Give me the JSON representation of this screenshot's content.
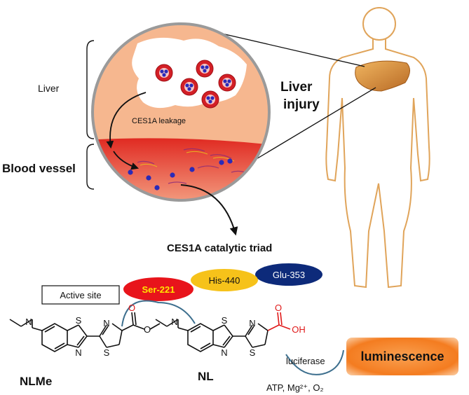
{
  "labels": {
    "liver": "Liver",
    "blood_vessel": "Blood vessel",
    "liver_injury_line1": "Liver",
    "liver_injury_line2": "injury",
    "ces1a_leakage": "CES1A leakage",
    "catalytic_triad": "CES1A catalytic triad",
    "active_site": "Active site",
    "ser": "Ser-221",
    "his": "His-440",
    "glu": "Glu-353",
    "nlme": "NLMe",
    "nl": "NL",
    "luciferase": "luciferase",
    "luminescence": "luminescence",
    "cofactors": "ATP, Mg²⁺, O₂"
  },
  "atoms": {
    "n": "N",
    "s": "S",
    "o": "O",
    "oh": "OH"
  },
  "colors": {
    "ser_fill": "#e8141b",
    "ser_text": "#ffe600",
    "his_fill": "#f6c21a",
    "glu_fill": "#0d2a7a",
    "glu_text": "#ffffff",
    "circle_bg": "#f6b78f",
    "circle_border": "#999999",
    "blood_red": "#e53a2a",
    "cell_red": "#d31f26",
    "cell_blue": "#2a2ab8",
    "liver_organ": "#d6903a",
    "body_outline": "#e0a45a",
    "acid_red": "#e01a1a",
    "lum_orange": "#f47c20"
  }
}
